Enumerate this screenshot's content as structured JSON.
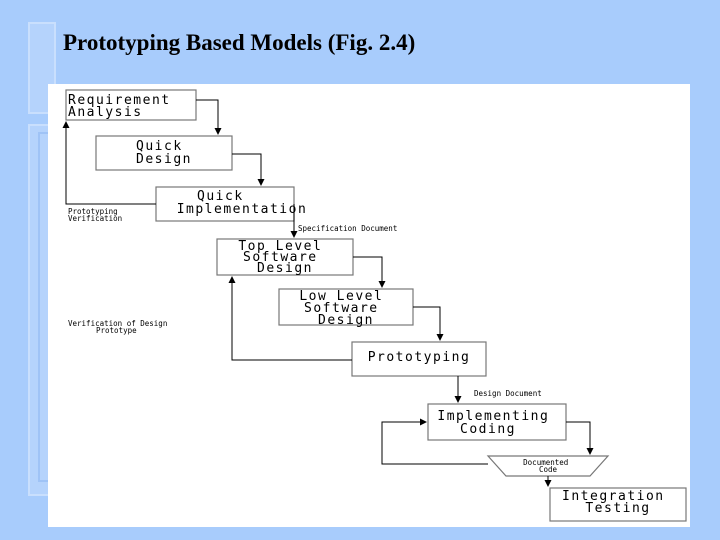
{
  "slide": {
    "title": "Prototyping Based Models (Fig. 2.4)"
  },
  "diagram": {
    "steps": {
      "requirement_analysis": [
        "Requirement",
        "Analysis"
      ],
      "quick_design": [
        "Quick",
        "Design"
      ],
      "quick_implementation": [
        "Quick",
        "Implementation"
      ],
      "top_level_design": [
        "Top Level",
        "Software",
        "Design"
      ],
      "low_level_design": [
        "Low Level",
        "Software",
        "Design"
      ],
      "prototyping": [
        "Prototyping"
      ],
      "implementing_coding": [
        "Implementing",
        "Coding"
      ],
      "integration_testing": [
        "Integration",
        "Testing"
      ]
    },
    "annotations": {
      "prototyping_verification": [
        "Prototyping",
        "Verification"
      ],
      "specification_document": "Specification Document",
      "verification_of_design_prototype": [
        "Verification of Design",
        "Prototype"
      ],
      "design_document": "Design Document",
      "documented_code": [
        "Documented",
        "Code"
      ]
    }
  }
}
